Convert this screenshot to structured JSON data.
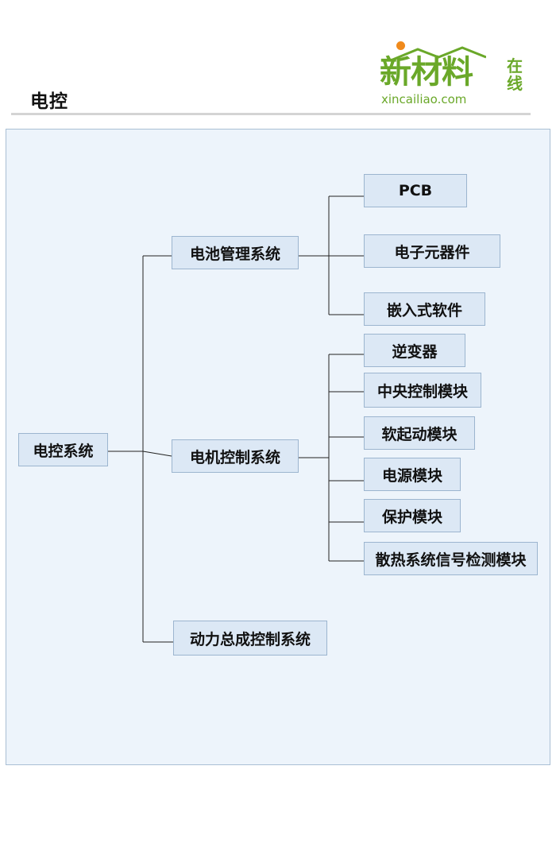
{
  "header": {
    "title": "电控"
  },
  "logo": {
    "main_text": "新材料",
    "side_text": "在线",
    "url": "xincailiao.com"
  },
  "diagram": {
    "root": "电控系统",
    "branches": [
      {
        "label": "电池管理系统",
        "children": [
          "PCB",
          "电子元器件",
          "嵌入式软件"
        ]
      },
      {
        "label": "电机控制系统",
        "children": [
          "逆变器",
          "中央控制模块",
          "软起动模块",
          "电源模块",
          "保护模块",
          "散热系统信号检测模块"
        ]
      },
      {
        "label": "动力总成控制系统",
        "children": []
      }
    ]
  },
  "colors": {
    "panel_bg": "#edf4fb",
    "node_bg": "#dce8f5",
    "node_border": "#9cb5cf",
    "logo_green": "#6aa829",
    "logo_orange": "#f08a1c"
  }
}
